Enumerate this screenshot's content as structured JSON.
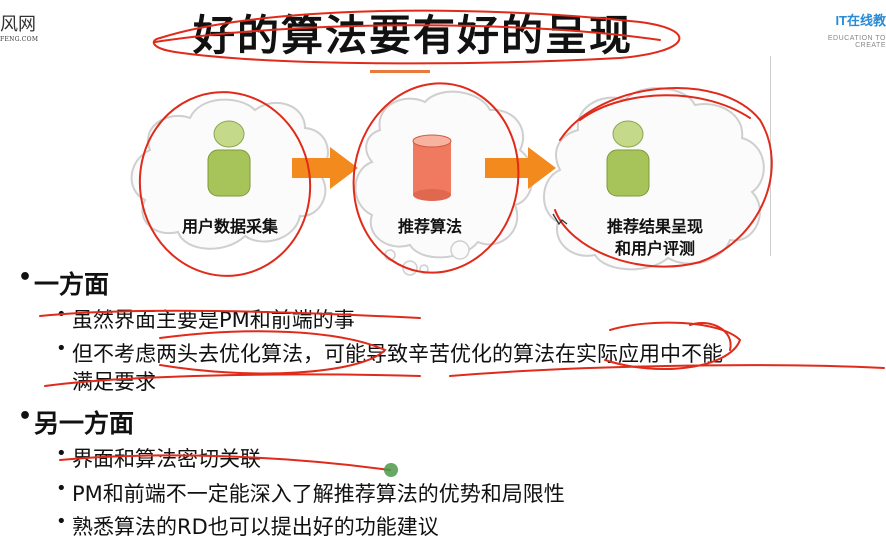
{
  "logo_left": {
    "glyph": "风网",
    "domain": "FENG.COM"
  },
  "logo_right": {
    "brand": "IT在线教",
    "tagline": "EDUCATION TO CREATE"
  },
  "title": "好的算法要有好的呈现",
  "diagram": {
    "nodes": [
      {
        "label": "用户数据采集",
        "icon": "user-icon"
      },
      {
        "label": "推荐算法",
        "icon": "database-icon"
      },
      {
        "label": "推荐结果呈现\n和用户评测",
        "icon": "user-icon"
      }
    ]
  },
  "bullets": [
    {
      "heading": "一方面",
      "items": [
        "虽然界面主要是PM和前端的事",
        "但不考虑两头去优化算法，可能导致辛苦优化的算法在实际应用中不能",
        "满足要求"
      ]
    },
    {
      "heading": "另一方面",
      "items": [
        "界面和算法密切关联",
        "PM和前端不一定能深入了解推荐算法的优势和局限性",
        "熟悉算法的RD也可以提出好的功能建议"
      ]
    }
  ],
  "colors": {
    "ink": "#e02a1a",
    "arrow": "#f28a1e",
    "cloud": "#cfcfcf",
    "db": "#f07a60",
    "user": "#a7c45a"
  }
}
